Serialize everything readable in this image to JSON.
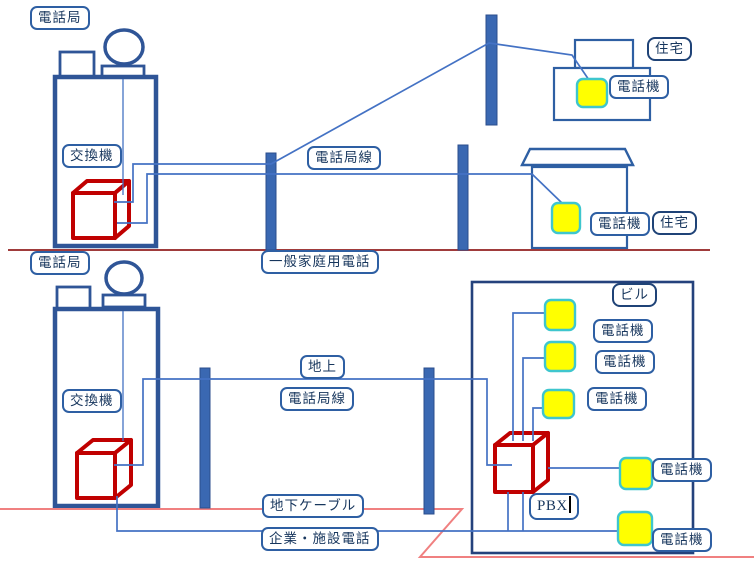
{
  "top_section": {
    "office_label": "電話局",
    "exchange_label": "交換機",
    "subscriber_line_label": "電話局線",
    "caption": "一般家庭用電話",
    "house1_label": "住宅",
    "house1_phone_label": "電話機",
    "house2_label": "住宅",
    "house2_phone_label": "電話機"
  },
  "bottom_section": {
    "office_label": "電話局",
    "exchange_label": "交換機",
    "above_ground_label": "地上",
    "subscriber_line_label": "電話局線",
    "underground_cable_label": "地下ケーブル",
    "caption": "企業・施設電話",
    "building_label": "ビル",
    "pbx_label": "PBX",
    "phone_labels": [
      "電話機",
      "電話機",
      "電話機",
      "電話機",
      "電話機"
    ]
  },
  "icons": {
    "yellow_rounded_square": "telephone-terminal",
    "red_cube": "switching-equipment",
    "blue_bar": "utility-pole"
  },
  "colors": {
    "wire_blue": "#4472C4",
    "building_outline": "#2F5597",
    "dark_navy": "#1F4377",
    "pole_fill": "#3A68B2",
    "equipment_red": "#C00000",
    "ground_line_top": "#A03B3B",
    "ground_line_bottom": "#F08080",
    "phone_fill": "#FFFF00",
    "phone_border": "#3EC6CE",
    "label_text": "#17365D"
  }
}
